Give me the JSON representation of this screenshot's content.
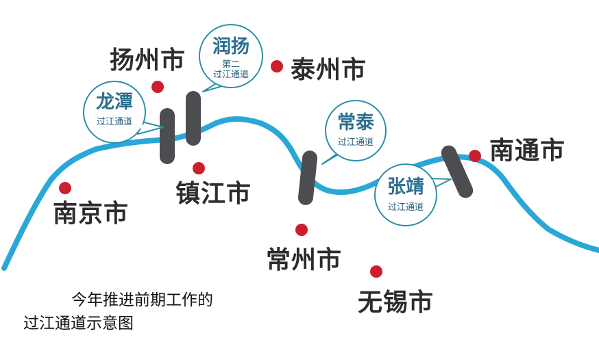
{
  "cities": {
    "nanjing": "南京市",
    "yangzhou": "扬州市",
    "zhenjiang": "镇江市",
    "taizhou": "泰州市",
    "changzhou": "常州市",
    "wuxi": "无锡市",
    "nantong": "南通市"
  },
  "crossings": {
    "longtan": {
      "name": "龙潭",
      "sub": "过江通道"
    },
    "runyang": {
      "name": "润扬",
      "note": "第二",
      "sub": "过江通道"
    },
    "changtai": {
      "name": "常泰",
      "sub": "过江通道"
    },
    "zhangjing": {
      "name": "张靖",
      "sub": "过江通道"
    }
  },
  "caption": {
    "line1": "今年推进前期工作的",
    "line2": "过江通道示意图"
  },
  "colors": {
    "river": "#29a8d8",
    "city_marker": "#cc1f2e",
    "crossing_bar": "#4b4d50",
    "bubble_stroke": "#2c8fa8",
    "bubble_text": "#2a6f8f",
    "city_text": "#2c2c2c"
  }
}
